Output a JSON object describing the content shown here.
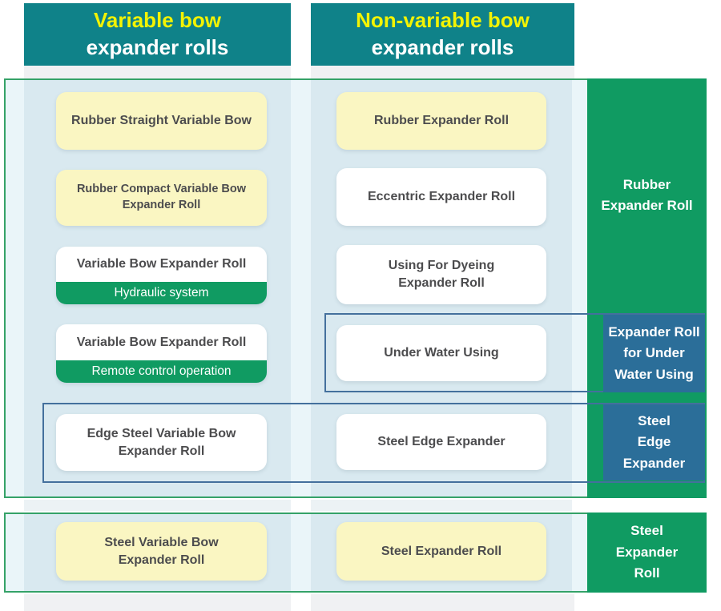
{
  "palette": {
    "teal_header": "#0F8289",
    "header_accent_yellow": "#F3F303",
    "emerald_green": "#109B62",
    "region_border_green": "#35A268",
    "region_fill": "#EAF5F9",
    "column_band_blue": "#D9E9F0",
    "under_header_gray": "#F0F1F3",
    "yellow_box": "#FAF6C2",
    "steel_blue_box": "#2B6E99",
    "row_outline_blue": "#44709D",
    "item_text": "#4C4C4E"
  },
  "headers": {
    "left": {
      "lines": [
        "Variable bow",
        "expander rolls"
      ]
    },
    "right": {
      "lines": [
        "Non-variable bow",
        "expander rolls"
      ]
    }
  },
  "variable_column": {
    "items": [
      {
        "lines": [
          "Rubber Straight Variable Bow"
        ]
      },
      {
        "lines": [
          "Rubber Compact Variable Bow",
          "Expander Roll"
        ]
      },
      {
        "lines": [
          "Variable Bow Expander Roll"
        ],
        "sub": "Hydraulic system"
      },
      {
        "lines": [
          "Variable Bow Expander Roll"
        ],
        "sub": "Remote control operation"
      },
      {
        "lines": [
          "Edge Steel Variable Bow",
          "Expander Roll"
        ]
      }
    ],
    "bottom_item": {
      "lines": [
        "Steel Variable Bow",
        "Expander Roll"
      ]
    }
  },
  "nonvariable_column": {
    "items": [
      {
        "lines": [
          "Rubber Expander Roll"
        ]
      },
      {
        "lines": [
          "Eccentric Expander Roll"
        ]
      },
      {
        "lines": [
          "Using For Dyeing",
          "Expander Roll"
        ]
      },
      {
        "lines": [
          "Under Water Using"
        ]
      },
      {
        "lines": [
          "Steel Edge Expander"
        ]
      }
    ],
    "bottom_item": {
      "lines": [
        "Steel Expander Roll"
      ]
    }
  },
  "sidebar": {
    "rubber": {
      "lines": [
        "Rubber",
        "Expander Roll"
      ]
    },
    "under_water": {
      "lines": [
        "Expander Roll",
        "for Under",
        "Water Using"
      ]
    },
    "steel_edge": {
      "lines": [
        "Steel",
        "Edge",
        "Expander"
      ]
    },
    "steel_roll": {
      "lines": [
        "Steel",
        "Expander",
        "Roll"
      ]
    }
  }
}
